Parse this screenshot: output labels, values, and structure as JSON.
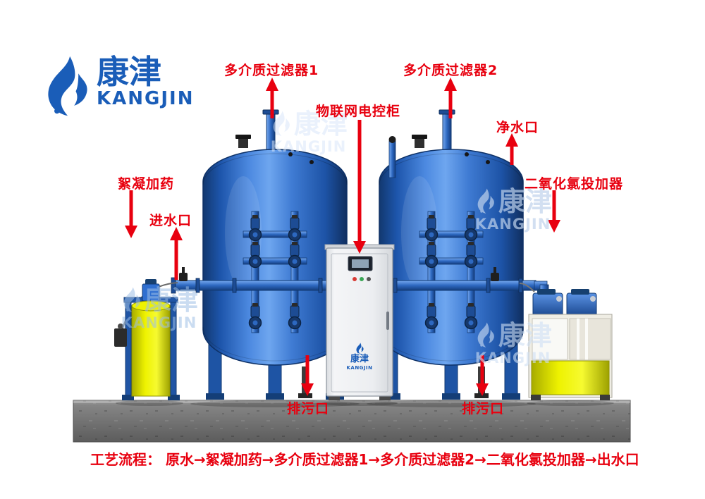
{
  "logo": {
    "cn": "康津",
    "en": "KANGJIN"
  },
  "watermark": {
    "cn": "康津",
    "en": "KANGJIN"
  },
  "labels": {
    "filter1": "多介质过滤器1",
    "filter2": "多介质过滤器2",
    "iot_cabinet": "物联网电控柜",
    "clean_water_outlet": "净水口",
    "flocculation_dosing": "絮凝加药",
    "water_inlet": "进水口",
    "chlorine_dioxide_doser": "二氧化氯投加器",
    "drain_outlet_1": "排污口",
    "drain_outlet_2": "排污口"
  },
  "process_flow": "工艺流程： 原水→絮凝加药→多介质过滤器1→多介质过滤器2→二氧化氯投加器→出水口",
  "colors": {
    "label_red": "#e8000f",
    "brand_blue": "#1a5db8",
    "tank_blue": "#2d68c0",
    "platform_gray": "#7c7c7c",
    "dosing_yellow": "#eef200",
    "cabinet_gray": "#eceef1",
    "device_cream": "#efede4"
  }
}
